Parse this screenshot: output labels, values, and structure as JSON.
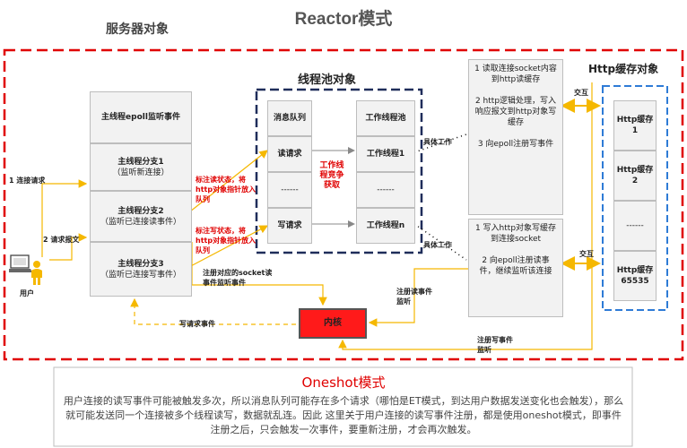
{
  "title": "Reactor模式",
  "server_label": "服务器对象",
  "threadpool_label": "线程池对象",
  "cache_label": "Http缓存对象",
  "main_thread": {
    "header": "主线程epoll监听事件",
    "b1_title": "主线程分支1",
    "b1_sub": "（监听新连接）",
    "b2_title": "主线程分支2",
    "b2_sub": "（监听已连接读事件）",
    "b3_title": "主线程分支3",
    "b3_sub": "（监听已连接写事件）"
  },
  "queue": {
    "header": "消息队列",
    "read": "读请求",
    "dots": "------",
    "write": "写请求"
  },
  "workers": {
    "header": "工作线程池",
    "w1": "工作线程1",
    "dots": "------",
    "wn": "工作线程n"
  },
  "compete": "工作线程竞争获取",
  "read_flag": "标注读状态，将http对象指针放入队列",
  "write_flag": "标注写状态，将http对象指针放入队列",
  "task1": "1 读取连接socket内容到http读缓存\n\n2 http逻辑处理，写入响应报文到http对象写缓存\n\n3 向epoll注册写事件",
  "task2": "1 写入http对象写缓存到连接socket\n\n2 向epoll注册读事件，继续监听该连接",
  "cache": {
    "c1": "Http缓存1",
    "c2": "Http缓存2",
    "dots": "------",
    "cn": "Http缓存65535"
  },
  "edges": {
    "connect": "1 连接请求",
    "read_req": "2 请求报文",
    "work1": "具体工作",
    "work2": "具体工作",
    "interact1": "交互",
    "interact2": "交互",
    "reg_socket": "注册对应的socket读\n事件监听事件",
    "reg_read": "注册读事件\n监听",
    "reg_write": "注册写事件\n监听",
    "write_event": "写请求事件"
  },
  "user_label": "用户",
  "kernel_label": "内核",
  "oneshot_title": "Oneshot模式",
  "oneshot_text": "用户连接的读写事件可能被触发多次，所以消息队列可能存在多个请求（哪怕是ET模式，到达用户数据发送变化也会触发），那么就可能发送同一个连接被多个线程读写，数据就乱连。因此 这里关于用户连接的读写事件注册，都是使用oneshot模式，即事件注册之后，只会触发一次事件，要重新注册，才会再次触发。",
  "colors": {
    "red": "#e00000",
    "navy": "#1f2d5a",
    "blue": "#2e7bd6",
    "gold": "#f5b800",
    "kernel": "#ff1a1a"
  }
}
